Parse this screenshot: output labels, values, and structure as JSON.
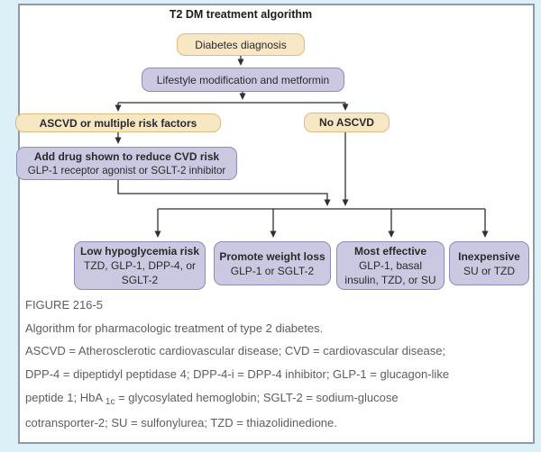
{
  "figure": {
    "title": "T2 DM treatment algorithm",
    "nodes": {
      "diagnosis": {
        "text": "Diabetes diagnosis"
      },
      "lifestyle": {
        "text": "Lifestyle modification and metformin"
      },
      "ascvd": {
        "text": "ASCVD or multiple risk factors"
      },
      "no_ascvd": {
        "text": "No ASCVD"
      },
      "add_drug": {
        "title": "Add drug shown to reduce CVD risk",
        "subtitle": "GLP-1 receptor agonist or SGLT-2 inhibitor"
      },
      "low_hypo": {
        "title": "Low hypoglycemia risk",
        "line2": "TZD, GLP-1, DPP-4, or",
        "line3": "SGLT-2"
      },
      "weight_loss": {
        "title": "Promote weight loss",
        "line2": "GLP-1 or SGLT-2"
      },
      "most_effective": {
        "title": "Most effective",
        "line2": "GLP-1, basal",
        "line3": "insulin, TZD, or SU"
      },
      "inexpensive": {
        "title": "Inexpensive",
        "line2": "SU or TZD"
      }
    },
    "colors": {
      "page_bg": "#dcf0f8",
      "frame_border": "#8e9aa5",
      "tan_fill": "#f7e7c5",
      "tan_border": "#ddba82",
      "purple_fill": "#cbc9e2",
      "purple_border": "#8d8abc",
      "line": "#2f2f2f",
      "box_text": "#2a2a2a",
      "title_text": "#1c1c1c",
      "caption_text": "#5d5d5f"
    }
  },
  "caption": {
    "label": "FIGURE 216-5",
    "line1": "Algorithm for pharmacologic treatment of type 2 diabetes.",
    "line2": "ASCVD = Atherosclerotic cardiovascular disease; CVD = cardiovascular disease;",
    "line3": "DPP-4 = dipeptidyl peptidase 4; DPP-4-i = DPP-4 inhibitor; GLP-1 = glucagon-like",
    "line4_pre": "peptide 1; HbA ",
    "line4_sub": "1c",
    "line4_post": " = glycosylated hemoglobin; SGLT-2 = sodium-glucose",
    "line5": "cotransporter-2; SU = sulfonylurea; TZD = thiazolidinedione."
  }
}
